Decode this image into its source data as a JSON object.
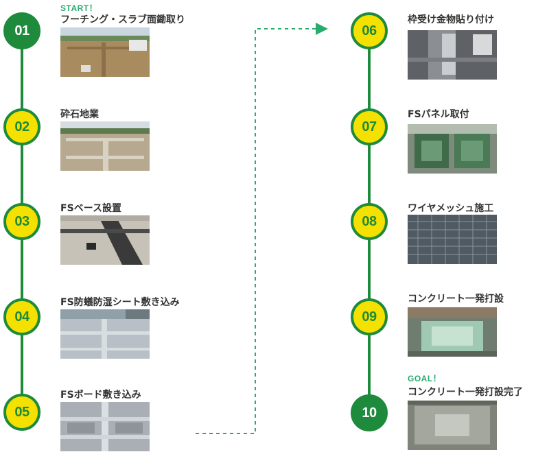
{
  "colors": {
    "green": "#1e8a3c",
    "yellow": "#f5e100",
    "accent": "#2aab6e",
    "text": "#333333"
  },
  "markers": {
    "start": "START！",
    "goal": "GOAL！"
  },
  "steps": [
    {
      "number": "01",
      "title": "フーチング・スラブ面鋤取り"
    },
    {
      "number": "02",
      "title": "砕石地業"
    },
    {
      "number": "03",
      "title": "FSベース設置"
    },
    {
      "number": "04",
      "title": "FS防蟻防湿シート敷き込み"
    },
    {
      "number": "05",
      "title": "FSボード敷き込み"
    },
    {
      "number": "06",
      "title": "枠受け金物貼り付け"
    },
    {
      "number": "07",
      "title": "FSパネル取付"
    },
    {
      "number": "08",
      "title": "ワイヤメッシュ施工"
    },
    {
      "number": "09",
      "title": "コンクリート一発打設"
    },
    {
      "number": "10",
      "title": "コンクリート一発打設完了"
    }
  ]
}
